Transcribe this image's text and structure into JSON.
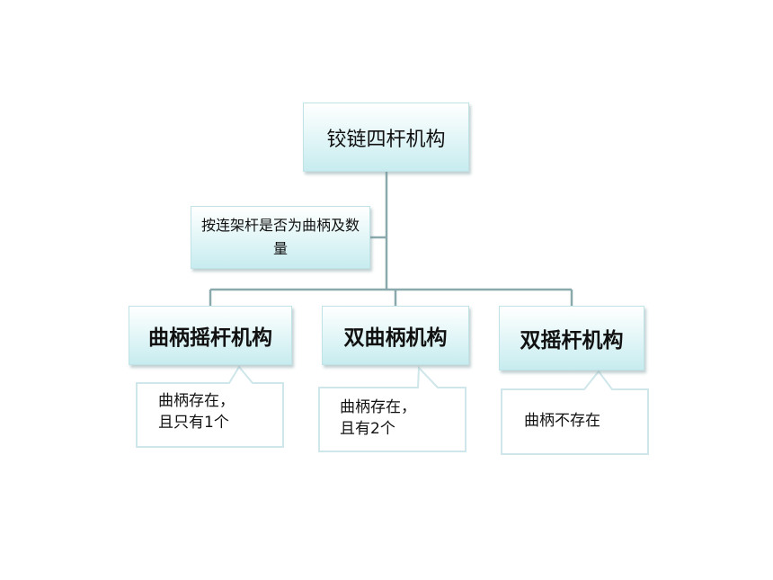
{
  "diagram": {
    "root": {
      "label": "铰链四杆机构"
    },
    "criterion": {
      "label": "按连架杆是否为曲柄及数量"
    },
    "children": [
      {
        "label": "曲柄摇杆机构",
        "note": "曲柄存在，\n且只有1个"
      },
      {
        "label": "双曲柄机构",
        "note": "曲柄存在，\n且有2个"
      },
      {
        "label": "双摇杆机构",
        "note": "曲柄不存在"
      }
    ]
  },
  "colors": {
    "connector": "#8aa9ad",
    "callout_border": "#cfe6ea",
    "node_fill": "#c7ecef"
  }
}
